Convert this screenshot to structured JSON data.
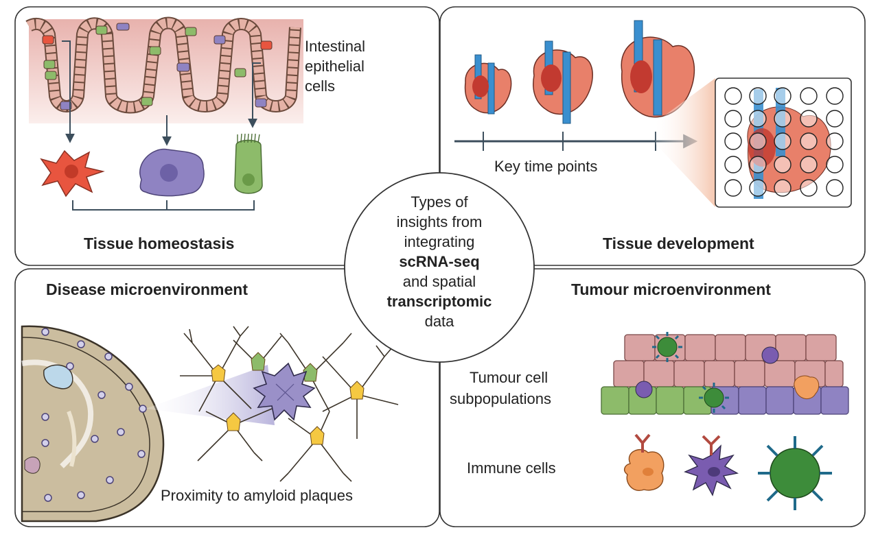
{
  "center": {
    "line1": "Types of",
    "line2": "insights from",
    "line3": "integrating",
    "line4": "scRNA-seq",
    "line5": "and spatial",
    "line6": "transcriptomic",
    "line7": "data"
  },
  "panels": {
    "homeostasis": {
      "title": "Tissue homeostasis",
      "label_line1": "Intestinal",
      "label_line2": "epithelial",
      "label_line3": "cells"
    },
    "development": {
      "title": "Tissue development",
      "timeline_label": "Key time points"
    },
    "disease": {
      "title": "Disease microenvironment",
      "caption": "Proximity to amyloid plaques"
    },
    "tumour": {
      "title": "Tumour microenvironment",
      "label_sub_line1": "Tumour cell",
      "label_sub_line2": "subpopulations",
      "label_immune": "Immune cells"
    }
  },
  "colors": {
    "red_cell": "#e8553f",
    "purple_cell": "#8f83c2",
    "green_cell": "#8dbb6a",
    "heart": "#e8806a",
    "vessel": "#3a8fcf",
    "pink_cell": "#d9a3a3",
    "orange_cell": "#f2a060",
    "yellow_cell": "#f5c842",
    "brain": "#cbbd9f"
  },
  "icons": [
    "intestinal-crypt-icon",
    "heart-icon",
    "spatial-grid-icon",
    "brain-section-icon",
    "astrocyte-network-icon",
    "amyloid-plaque-icon",
    "tumour-tissue-icon",
    "macrophage-icon",
    "dendritic-cell-icon",
    "t-cell-icon"
  ]
}
